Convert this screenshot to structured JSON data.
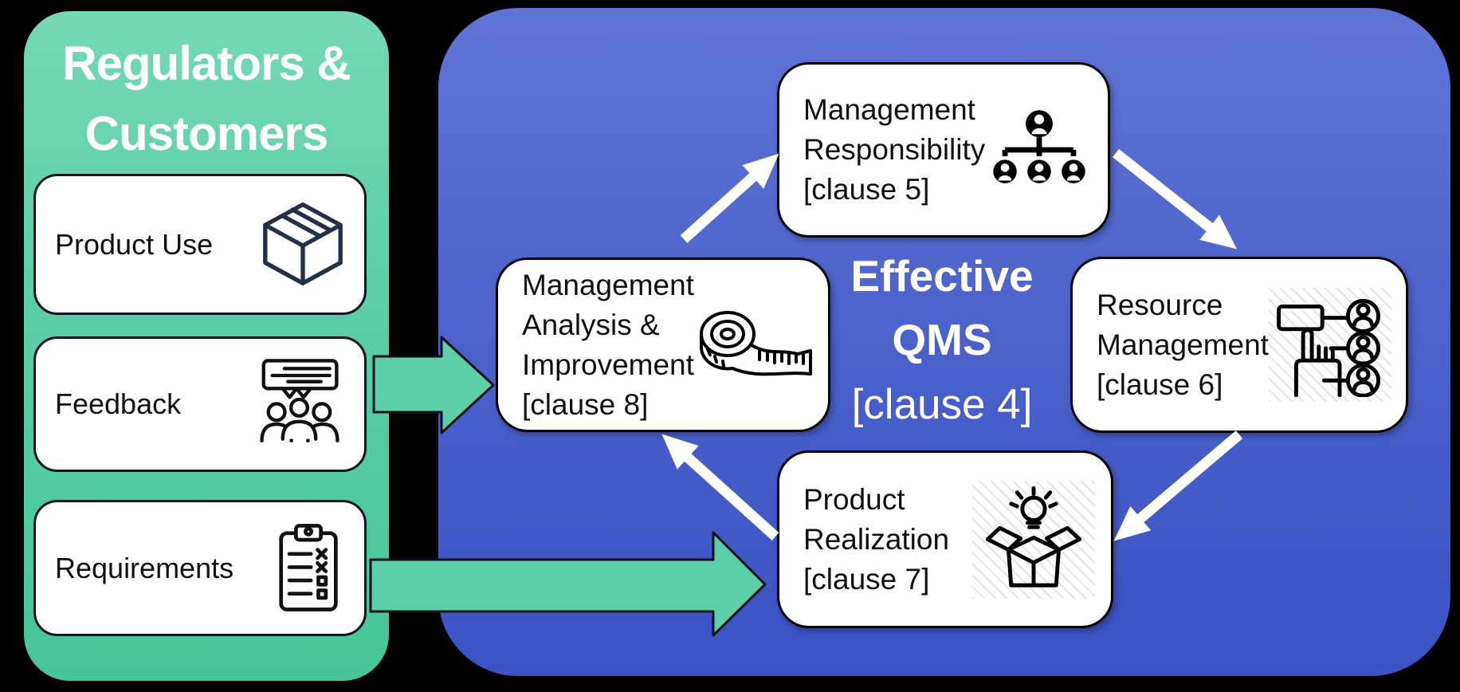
{
  "diagram": {
    "stakeholders_panel": {
      "title": [
        "Regulators &",
        "Customers"
      ],
      "items": [
        {
          "label": "Product Use",
          "icon": "package-box-icon"
        },
        {
          "label": "Feedback",
          "icon": "feedback-bubble-people-icon"
        },
        {
          "label": "Requirements",
          "icon": "clipboard-checklist-icon"
        }
      ]
    },
    "qms_panel": {
      "center": {
        "line1": "Effective",
        "line2": "QMS",
        "line3": "[clause 4]"
      },
      "nodes": {
        "management_responsibility": {
          "lines": [
            "Management",
            "Responsibility",
            "[clause 5]"
          ],
          "icon": "org-chart-icon"
        },
        "resource_management": {
          "lines": [
            "Resource",
            "Management",
            "[clause 6]"
          ],
          "icon": "resource-allocation-icon"
        },
        "product_realization": {
          "lines": [
            "Product",
            "Realization",
            "[clause 7]"
          ],
          "icon": "open-box-lightbulb-icon"
        },
        "management_analysis": {
          "lines": [
            "Management",
            "Analysis &",
            "Improvement",
            "[clause 8]"
          ],
          "icon": "measuring-tape-icon"
        }
      }
    },
    "colors": {
      "background": "#000000",
      "stakeholder_green_top": "#73d9b4",
      "stakeholder_green_bottom": "#47c599",
      "qms_blue_top": "#5f74d5",
      "qms_blue_bottom": "#3a52c3",
      "block_arrow_green": "#5dcfa8",
      "cycle_arrow_white": "#ffffff",
      "box_fill": "#ffffff",
      "text_dark": "#111111"
    }
  }
}
